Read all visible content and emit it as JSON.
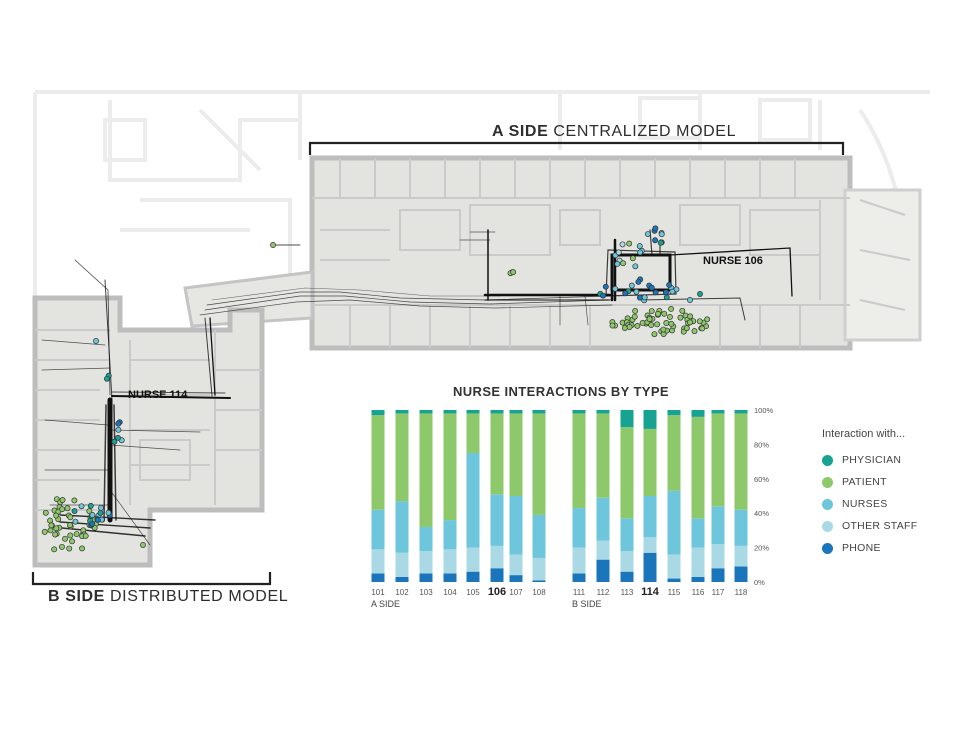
{
  "headers": {
    "a_side_bold": "A SIDE",
    "a_side_rest": "CENTRALIZED MODEL",
    "b_side_bold": "B SIDE",
    "b_side_rest": "DISTRIBUTED MODEL"
  },
  "nurse_labels": {
    "a": "NURSE 106",
    "b": "NURSE 114"
  },
  "colors": {
    "physician": "#17a392",
    "patient": "#8dc96a",
    "nurses": "#6ec6dc",
    "other_staff": "#a8d9e4",
    "phone": "#1b75bb"
  },
  "legend": {
    "title": "Interaction with...",
    "items": [
      {
        "label": "PHYSICIAN",
        "color": "#17a392"
      },
      {
        "label": "PATIENT",
        "color": "#8dc96a"
      },
      {
        "label": "NURSES",
        "color": "#6ec6dc"
      },
      {
        "label": "OTHER STAFF",
        "color": "#a8d9e4"
      },
      {
        "label": "PHONE",
        "color": "#1b75bb"
      }
    ]
  },
  "chart_data": {
    "type": "bar",
    "stacked": "100%",
    "title": "NURSE INTERACTIONS BY TYPE",
    "groups": [
      {
        "name": "A SIDE",
        "categories": [
          "101",
          "102",
          "103",
          "104",
          "105",
          "106",
          "107",
          "108"
        ]
      },
      {
        "name": "B SIDE",
        "categories": [
          "111",
          "112",
          "113",
          "114",
          "115",
          "116",
          "117",
          "118"
        ]
      }
    ],
    "highlighted": [
      "106",
      "114"
    ],
    "ylim": [
      0,
      100
    ],
    "yticks": [
      "0%",
      "20%",
      "40%",
      "60%",
      "80%",
      "100%"
    ],
    "grid": false,
    "legend_position": "right",
    "series": [
      {
        "name": "PHONE",
        "values": [
          5,
          3,
          5,
          5,
          6,
          8,
          4,
          1,
          5,
          13,
          6,
          17,
          2,
          3,
          8,
          9
        ]
      },
      {
        "name": "OTHER STAFF",
        "values": [
          14,
          14,
          13,
          14,
          14,
          13,
          12,
          13,
          15,
          11,
          12,
          9,
          14,
          17,
          14,
          12
        ]
      },
      {
        "name": "NURSES",
        "values": [
          23,
          30,
          14,
          17,
          55,
          30,
          34,
          25,
          23,
          25,
          19,
          24,
          37,
          17,
          22,
          21
        ]
      },
      {
        "name": "PATIENT",
        "values": [
          55,
          51,
          66,
          62,
          23,
          47,
          48,
          59,
          55,
          49,
          53,
          39,
          44,
          59,
          54,
          56
        ]
      },
      {
        "name": "PHYSICIAN",
        "values": [
          3,
          2,
          2,
          2,
          2,
          2,
          2,
          2,
          2,
          2,
          10,
          11,
          3,
          4,
          2,
          2
        ]
      }
    ]
  }
}
